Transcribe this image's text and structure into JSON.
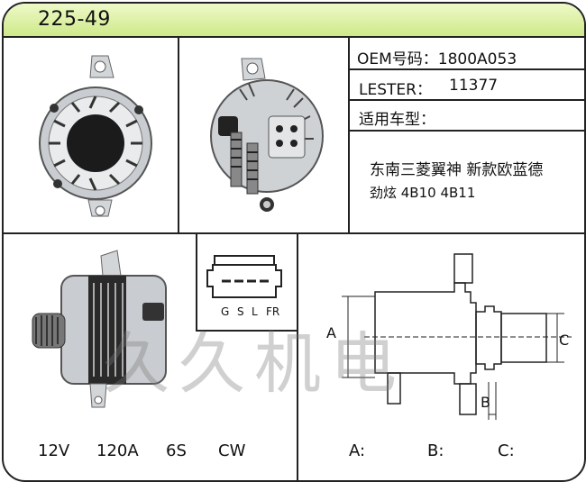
{
  "header": {
    "model": "225-49"
  },
  "info": {
    "oem": "OEM号码：1800A053",
    "lester_label": "LESTER：",
    "lester_value": "11377",
    "vehicle_label": "适用车型：",
    "vehicle_line1": "东南三菱翼神  新款欧蓝德",
    "vehicle_line2": "劲炫  4B10   4B11"
  },
  "connector": {
    "pins": [
      "G",
      "S",
      "L",
      "FR"
    ]
  },
  "specs": {
    "voltage": "12V",
    "current": "120A",
    "pulley": "6S",
    "rotation": "CW"
  },
  "dimensions": {
    "labels": {
      "a": "A",
      "b": "B",
      "c": "C"
    },
    "answers": {
      "a": "A:",
      "b": "B:",
      "c": "C:"
    }
  },
  "watermark": "久久机电",
  "colors": {
    "header_bg": "#d6ec97",
    "border": "#222222",
    "photo_metal": "#c9ccd0"
  }
}
